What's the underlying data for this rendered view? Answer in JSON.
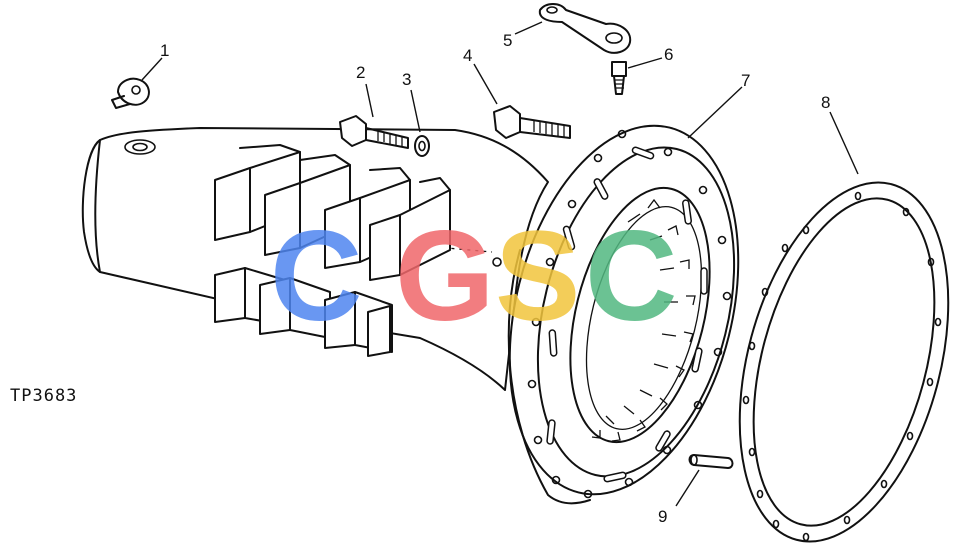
{
  "figure": {
    "code": "TP3683",
    "callouts": [
      "1",
      "2",
      "3",
      "4",
      "5",
      "6",
      "7",
      "8",
      "9"
    ]
  },
  "watermark": {
    "letters": [
      "C",
      "G",
      "S",
      "C"
    ],
    "colors": [
      "#4f86f0",
      "#f0676b",
      "#f2c53d",
      "#52b881"
    ]
  },
  "colors": {
    "ink": "#111111",
    "paper": "#ffffff"
  }
}
